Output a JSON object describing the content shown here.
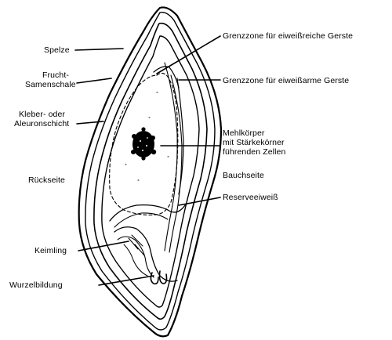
{
  "labels": {
    "spelze": "Spelze",
    "fruchtschale_1": "Frucht-",
    "fruchtschale_2": "Samenschale",
    "kleber_1": "Kleber- oder",
    "kleber_2": "Aleuronschicht",
    "rueckseite": "Rückseite",
    "keimling": "Keimling",
    "wurzelbildung": "Wurzelbildung",
    "grenzzone_reich": "Grenzzone für eiweißreiche Gerste",
    "grenzzone_arm": "Grenzzone für eiweißarme Gerste",
    "mehlkoerper_1": "Mehlkörper",
    "mehlkoerper_2": "mit Stärkekörner",
    "mehlkoerper_3": "führenden Zellen",
    "bauchseite": "Bauchseite",
    "reserveeiweiss": "Reserveeiweiß"
  },
  "colors": {
    "ink": "#000000",
    "background": "#ffffff"
  }
}
